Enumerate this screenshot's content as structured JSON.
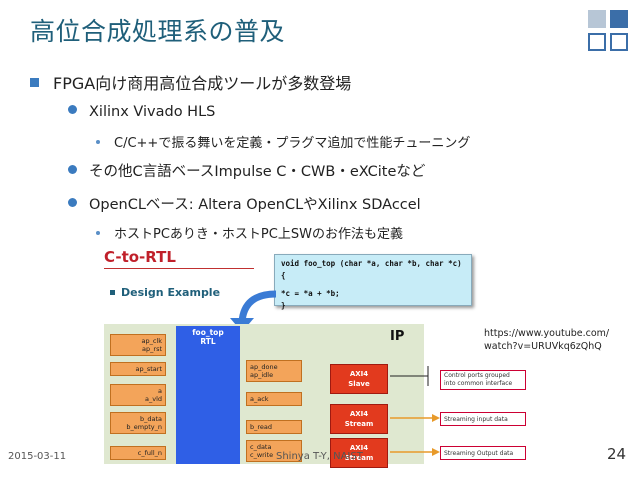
{
  "slide": {
    "title": "高位合成処理系の普及",
    "bullets": {
      "level1": "FPGA向け商用高位合成ツールが多数登場",
      "vivado": "Xilinx Vivado HLS",
      "vivado_sub": "C/C++で振る舞いを定義・プラグマ追加で性能チューニング",
      "other": "その他C言語ベースImpulse C・CWB・eXCiteなど",
      "opencl": "OpenCLベース: Altera OpenCLやXilinx SDAccel",
      "opencl_sub": "ホストPCありき・ホストPC上SWのお作法も定義"
    },
    "figure": {
      "heading": "C-to-RTL",
      "design_example": "Design Example",
      "code": [
        "void foo_top (char *a, char *b, char *c) {",
        "",
        "  *c = *a + *b;",
        "}"
      ],
      "ip_label": "IP",
      "rtl_label": [
        "foo_top",
        "RTL"
      ],
      "left_ports": [
        [
          "ap_clk",
          "ap_rst"
        ],
        [
          "ap_start"
        ],
        [
          "a",
          "a_vld"
        ],
        [
          "b_data",
          "b_empty_n"
        ],
        [
          "c_full_n"
        ]
      ],
      "right_ports": [
        [
          "ap_done",
          "ap_idle"
        ],
        [
          "a_ack"
        ],
        [
          "b_read"
        ],
        [
          "c_data",
          "c_write"
        ]
      ],
      "axi_blocks": [
        [
          "AXI4",
          "Slave"
        ],
        [
          "AXI4",
          "Stream"
        ],
        [
          "AXI4",
          "Stream"
        ]
      ],
      "notes": [
        "Control ports grouped into common interface",
        "Streaming input data",
        "Streaming Output data"
      ]
    },
    "url": [
      "https://www.youtube.com/",
      "watch?v=URUVkq6zQhQ"
    ],
    "footer": {
      "date": "2015-03-11",
      "author": "Shinya T-Y, NAIST",
      "page": "24"
    },
    "colors": {
      "title": "#1f5f7a",
      "bullet": "#3b7bbf",
      "rtl_block": "#2f5fe6",
      "axi_block": "#e23a1e",
      "port": "#f3a45a"
    }
  }
}
